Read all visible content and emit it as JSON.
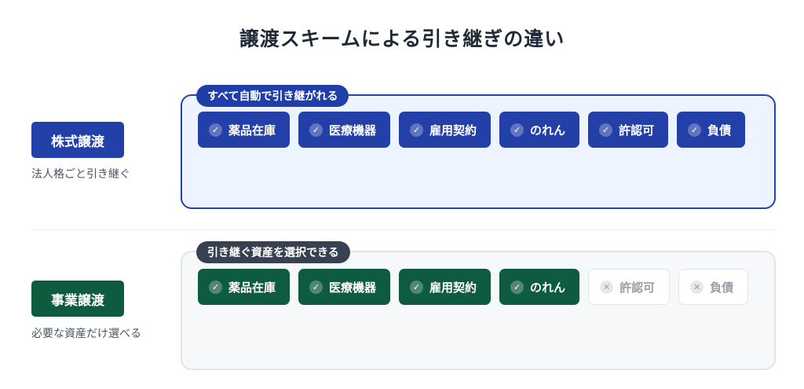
{
  "title": "譲渡スキームによる引き継ぎの違い",
  "colors": {
    "stock_accent": "#2340a8",
    "business_accent": "#0f5b3f",
    "excluded_text": "#9aa0a8"
  },
  "stock_transfer": {
    "label": "株式譲渡",
    "subtitle": "法人格ごと引き継ぐ",
    "tag": "すべて自動で引き継がれる",
    "items": [
      {
        "label": "薬品在庫",
        "included": true,
        "icon": "check-icon"
      },
      {
        "label": "医療機器",
        "included": true,
        "icon": "check-icon"
      },
      {
        "label": "雇用契約",
        "included": true,
        "icon": "check-icon"
      },
      {
        "label": "のれん",
        "included": true,
        "icon": "check-icon"
      },
      {
        "label": "許認可",
        "included": true,
        "icon": "check-icon"
      },
      {
        "label": "負債",
        "included": true,
        "icon": "check-icon"
      }
    ]
  },
  "business_transfer": {
    "label": "事業譲渡",
    "subtitle": "必要な資産だけ選べる",
    "tag": "引き継ぐ資産を選択できる",
    "items": [
      {
        "label": "薬品在庫",
        "included": true,
        "icon": "check-icon"
      },
      {
        "label": "医療機器",
        "included": true,
        "icon": "check-icon"
      },
      {
        "label": "雇用契約",
        "included": true,
        "icon": "check-icon"
      },
      {
        "label": "のれん",
        "included": true,
        "icon": "check-icon"
      },
      {
        "label": "許認可",
        "included": false,
        "icon": "x-icon"
      },
      {
        "label": "負債",
        "included": false,
        "icon": "x-icon"
      }
    ]
  }
}
